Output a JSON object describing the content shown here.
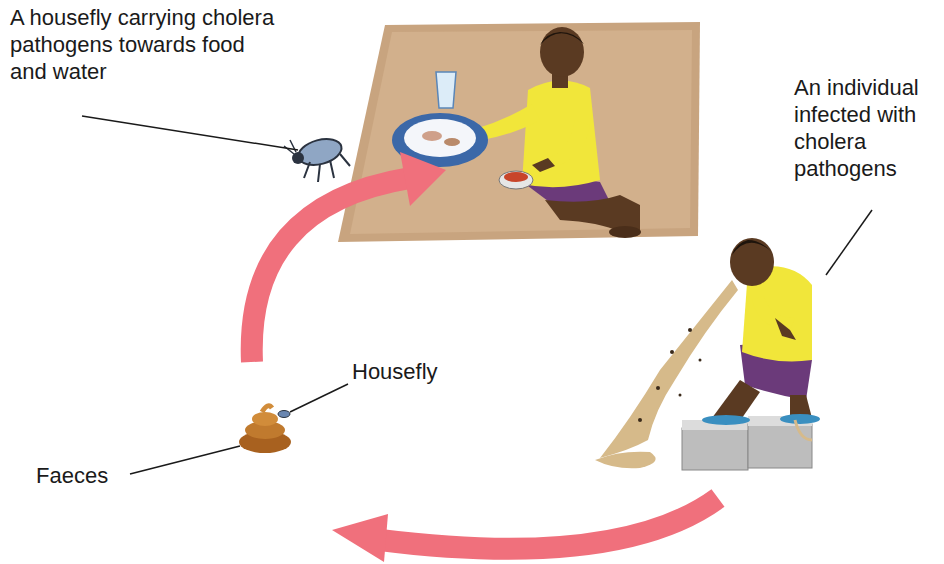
{
  "diagram": {
    "labels": [
      "A housefly carrying cholera pathogens towards food and water",
      "An individual infected with cholera pathogens",
      "Housefly",
      "Faeces"
    ]
  }
}
